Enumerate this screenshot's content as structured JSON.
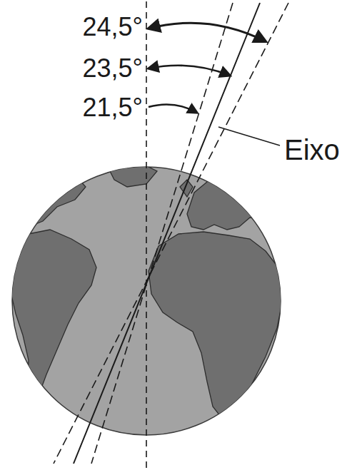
{
  "diagram": {
    "labels": [
      "24,5°",
      "23,5°",
      "21,5°",
      "Eixo"
    ]
  }
}
